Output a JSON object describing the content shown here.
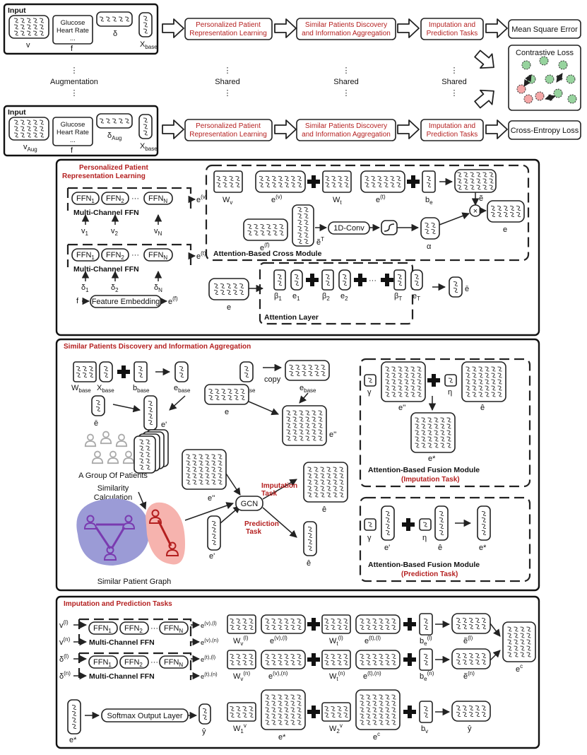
{
  "colors": {
    "blue": "#b9d3ec",
    "purple": "#cbbbe6",
    "pink": "#f4a7a7",
    "peach": "#fbd3bf",
    "green": "#97d39e",
    "graph_blue": "#9b9bd6",
    "graph_red": "#f6b3ae",
    "accent_red": "#b41f1f",
    "person_purple": "#7a3bb0",
    "person_red": "#b41f1f"
  },
  "overview": {
    "input_label": "Input",
    "v_label": "v",
    "v_aug_label": "v",
    "v_aug_sub": "Aug",
    "feature_lines": [
      "Glucose",
      "Heart Rate",
      "..."
    ],
    "f_label": "f",
    "delta_label": "δ",
    "delta_aug_label": "δ",
    "delta_aug_sub": "Aug",
    "xbase_label": "X",
    "xbase_sub": "base",
    "stages": [
      [
        "Personalized Patient",
        "Representation Learning"
      ],
      [
        "Similar Patients Discovery",
        "and Information Aggregation"
      ],
      [
        "Imputation and",
        "Prediction Tasks"
      ]
    ],
    "losses": [
      "Mean Square Error",
      "Contrastive Loss",
      "Cross-Entropy Loss"
    ],
    "augmentation_label": "Augmentation",
    "shared_label": "Shared",
    "dots": "⋮"
  },
  "section1": {
    "title_lines": [
      "Personalized Patient",
      "Representation Learning"
    ],
    "ffn": "FFN",
    "ffn_subs": [
      "1",
      "2",
      "N"
    ],
    "ellipsis": "···",
    "mcffn_label": "Multi-Channel FFN",
    "v_inputs": [
      "v",
      "v",
      "v"
    ],
    "v_subs": [
      "1",
      "2",
      "N"
    ],
    "d_inputs": [
      "δ",
      "δ",
      "δ"
    ],
    "d_subs": [
      "1",
      "2",
      "N"
    ],
    "e_v_out": "e",
    "e_v_sup": "(v)",
    "e_t_out": "e",
    "e_t_sup": "(t)",
    "f_label": "f",
    "feature_embedding": "Feature Embedding",
    "e_f_out": "e",
    "e_f_sup": "(f)",
    "cross": {
      "wv": "W",
      "wv_sub": "v",
      "ev": "e",
      "ev_sup": "(v)",
      "wt": "W",
      "wt_sub": "t",
      "et": "e",
      "et_sup": "(t)",
      "be": "b",
      "be_sub": "e",
      "e_tilde": "ẽ",
      "times": "×",
      "ef": "e",
      "ef_sup": "(f)",
      "etT": "ẽ",
      "etT_sup": "T",
      "conv": "1D-Conv",
      "alpha": "α",
      "e_out": "e",
      "module_label": "Attention-Based Cross Module"
    },
    "attn": {
      "e_in": "e",
      "betas": [
        "β",
        "β",
        "β"
      ],
      "beta_subs": [
        "1",
        "2",
        "T"
      ],
      "es": [
        "e",
        "e",
        "e"
      ],
      "e_subs": [
        "1",
        "2",
        "T"
      ],
      "ellipsis": "···",
      "layer_label": "Attention Layer",
      "e_bar": "ē"
    }
  },
  "section2": {
    "title": "Similar Patients Discovery and Information Aggregation",
    "wbase": "W",
    "wbase_sub": "base",
    "xbase": "X",
    "xbase_sub": "base",
    "bbase": "b",
    "bbase_sub": "base",
    "ebase": "e",
    "ebase_sub": "base",
    "copy": "copy",
    "e_bar": "ē",
    "e_prime": "e'",
    "e": "e",
    "e_dprime": "e''",
    "group_label": "A Group Of Patients",
    "similarity_lines": [
      "Similarity",
      "Calculation"
    ],
    "graph_label": "Similar Patient Graph",
    "gcn": "GCN",
    "imputation_task": [
      "Imputation",
      "Task"
    ],
    "prediction_task": [
      "Prediction",
      "Task"
    ],
    "e_hat": "ê",
    "fusion_imp": {
      "gamma": "γ",
      "e_dprime": "e''",
      "eta": "η",
      "e_hat": "ê",
      "e_star": "e*",
      "label": "Attention-Based Fusion Module",
      "task": "(Imputation Task)"
    },
    "fusion_pred": {
      "gamma": "γ",
      "e_prime": "e'",
      "eta": "η",
      "e_hat": "ê",
      "e_star": "e*",
      "label": "Attention-Based Fusion Module",
      "task": "(Prediction Task)"
    }
  },
  "section3": {
    "title": "Imputation and Prediction Tasks",
    "v_l": "v",
    "v_l_sup": "(l)",
    "v_n": "v",
    "v_n_sup": "(n)",
    "d_l": "δ",
    "d_l_sup": "(l)",
    "d_n": "δ",
    "d_n_sup": "(n)",
    "ffn": "FFN",
    "ffn_subs": [
      "1",
      "2",
      "N"
    ],
    "ellipsis": "···",
    "mcffn_label": "Multi-Channel FFN",
    "out_v_l": "e",
    "out_v_l_sup": "(v),(l)",
    "out_v_n": "e",
    "out_v_n_sup": "(v),(n)",
    "out_t_l": "e",
    "out_t_l_sup": "(t),(l)",
    "out_t_n": "e",
    "out_t_n_sup": "(t),(n)",
    "row1": {
      "wv": "W",
      "wv_sub": "v",
      "wv_sup": "(l)",
      "ev": "e",
      "ev_sup": "(v),(l)",
      "wt": "W",
      "wt_sub": "t",
      "wt_sup": "(l)",
      "et": "e",
      "et_sup": "(t),(l)",
      "be": "b",
      "be_sub": "e",
      "be_sup": "(l)",
      "et_tilde": "ẽ",
      "et_tilde_sup": "(l)"
    },
    "row2": {
      "wv": "W",
      "wv_sub": "v",
      "wv_sup": "(n)",
      "ev": "e",
      "ev_sup": "(v),(n)",
      "wt": "W",
      "wt_sub": "t",
      "wt_sup": "(n)",
      "et": "e",
      "et_sup": "(t),(n)",
      "be": "b",
      "be_sub": "e",
      "be_sup": "(n)",
      "et_tilde": "ẽ",
      "et_tilde_sup": "(n)"
    },
    "ec": "e",
    "ec_sup": "c",
    "e_star": "e*",
    "softmax": "Softmax Output Layer",
    "y_hat": "ŷ",
    "w1v": "W",
    "w1v_sub": "1",
    "w1v_sup": "v",
    "w2v": "W",
    "w2v_sub": "2",
    "w2v_sup": "v",
    "bv": "b",
    "bv_sub": "v"
  }
}
